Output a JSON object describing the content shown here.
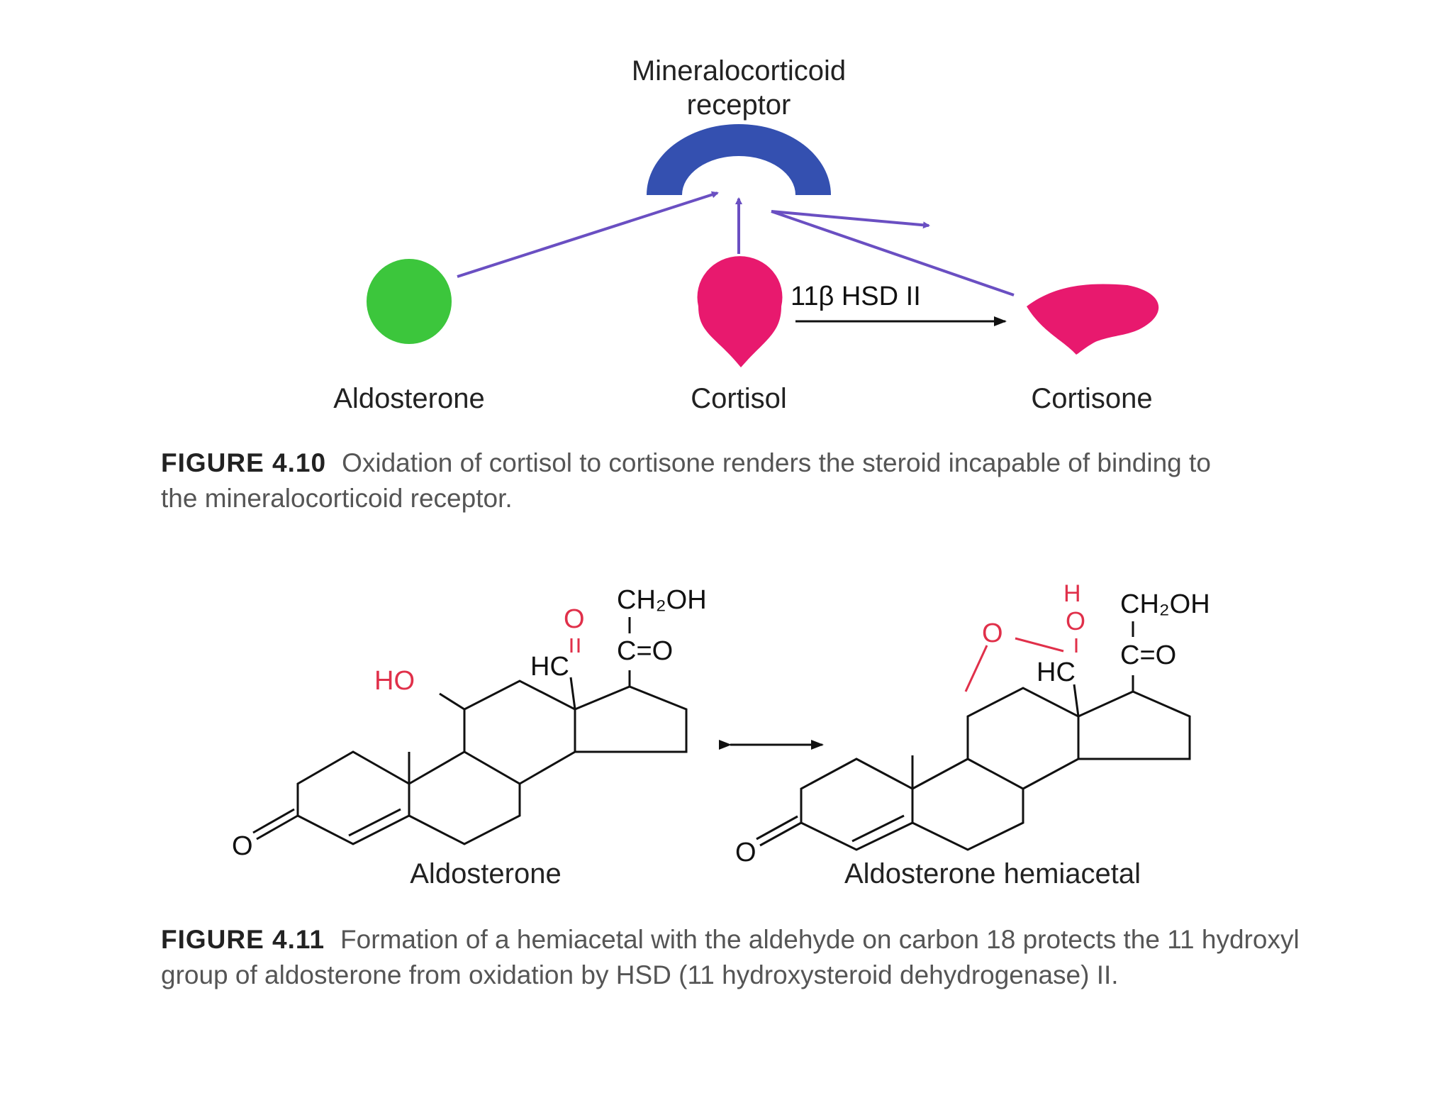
{
  "figure1": {
    "receptor_label_line1": "Mineralocorticoid",
    "receptor_label_line2": "receptor",
    "enzyme_label": "11β HSD II",
    "molecules": {
      "aldosterone": "Aldosterone",
      "cortisol": "Cortisol",
      "cortisone": "Cortisone"
    },
    "caption_number": "FIGURE 4.10",
    "caption_text": "Oxidation of cortisol to cortisone renders the steroid incapable of binding to the mineralocorticoid receptor.",
    "colors": {
      "receptor": "#3450b0",
      "aldosterone": "#3cc63c",
      "cortisol": "#e8196e",
      "cortisone": "#e8196e",
      "binding_arrow": "#6a4fc2",
      "reaction_arrow": "#111111"
    }
  },
  "figure2": {
    "left": {
      "name": "Aldosterone",
      "ch2oh": "CH₂OH",
      "ketone": "C=O",
      "aldehyde_o": "O",
      "aldehyde_hc": "HC",
      "hydroxyl": "HO",
      "ring_ketone_o": "O"
    },
    "right": {
      "name": "Aldosterone hemiacetal",
      "ch2oh": "CH₂OH",
      "ketone": "C=O",
      "h": "H",
      "o_hydroxyl": "O",
      "o_bridge": "O",
      "hc": "HC",
      "ring_ketone_o": "O"
    },
    "caption_number": "FIGURE 4.11",
    "caption_text": "Formation of a hemiacetal with the aldehyde on carbon 18 protects the 11 hydroxyl group of aldosterone from oxidation by HSD (11 hydroxysteroid dehydrogenase) II.",
    "colors": {
      "bonds": "#111111",
      "red_atoms": "#e0304a"
    }
  }
}
